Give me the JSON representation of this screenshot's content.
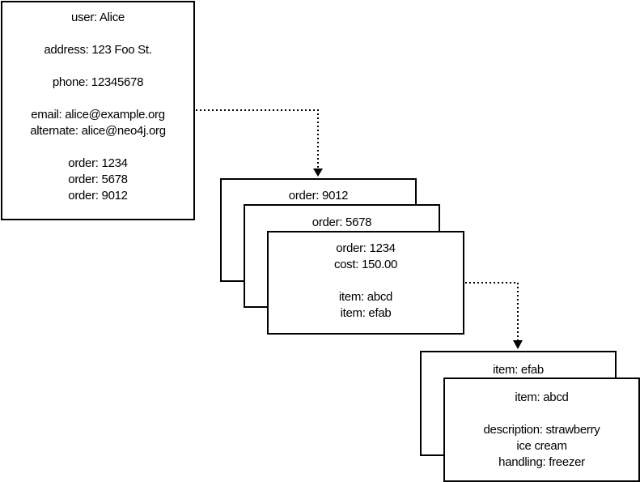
{
  "user_document": {
    "user": "user: Alice",
    "address": "address: 123 Foo St.",
    "phone": "phone: 12345678",
    "email": "email: alice@example.org",
    "alternate": "alternate: alice@neo4j.org",
    "orders": [
      "order: 1234",
      "order: 5678",
      "order: 9012"
    ]
  },
  "order_documents": {
    "back": "order: 9012",
    "middle": "order: 5678",
    "front": {
      "order": "order: 1234",
      "cost": "cost: 150.00",
      "items": [
        "item: abcd",
        "item: efab"
      ]
    }
  },
  "item_documents": {
    "back": "item: efab",
    "front": {
      "item": "item: abcd",
      "description_line1": "description: strawberry",
      "description_line2": "ice cream",
      "handling": "handling: freezer"
    }
  },
  "colors": {
    "border": "#000000",
    "background": "#ffffff"
  }
}
